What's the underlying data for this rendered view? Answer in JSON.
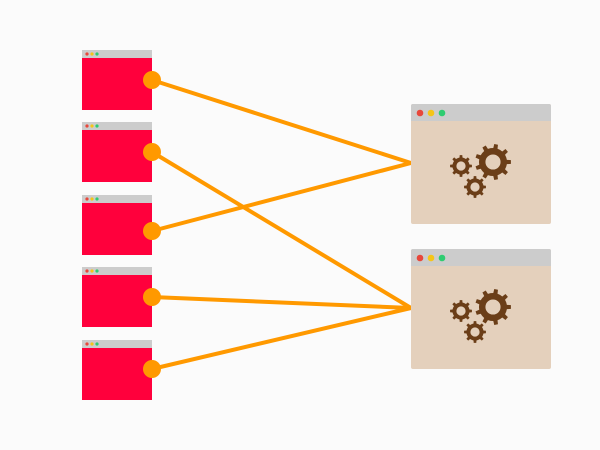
{
  "colors": {
    "background": "#fbfbfb",
    "client_body": "#ff003c",
    "titlebar": "#cccccc",
    "server_body": "#e4d0bc",
    "connector": "#ff9900",
    "gear": "#6b3e18",
    "dot_red": "#e8473b",
    "dot_yellow": "#f5c518",
    "dot_green": "#2ecc71"
  },
  "clients": [
    {
      "id": "client-1",
      "connects_to": "server-1"
    },
    {
      "id": "client-2",
      "connects_to": "server-2"
    },
    {
      "id": "client-3",
      "connects_to": "server-1"
    },
    {
      "id": "client-4",
      "connects_to": "server-2"
    },
    {
      "id": "client-5",
      "connects_to": "server-2"
    }
  ],
  "servers": [
    {
      "id": "server-1",
      "icon": "gears-icon"
    },
    {
      "id": "server-2",
      "icon": "gears-icon"
    }
  ]
}
